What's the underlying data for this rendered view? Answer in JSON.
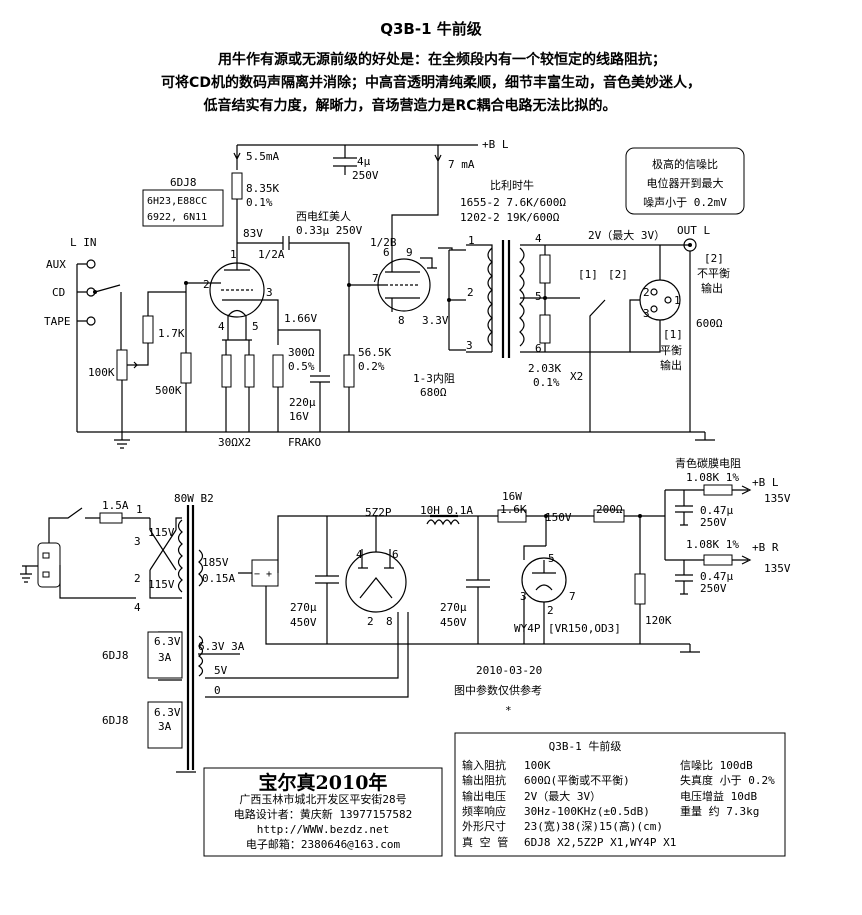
{
  "title": "Q3B-1 牛前级",
  "intro": [
    "用牛作有源或无源前级的好处是：在全频段内有一个较恒定的线路阻抗；",
    "可将CD机的数码声隔离并消除；中高音透明清纯柔顺，细节丰富生动，音色美妙迷人，",
    "低音结实有力度，解晰力，音场营造力是RC耦合电路无法比拟的。"
  ],
  "preamp": {
    "b_plus_label": "+B  L",
    "current_v1": "5.5mA",
    "current_v2": "7 mA",
    "cap_main": [
      "4μ",
      "250V"
    ],
    "v1_type": "6DJ8",
    "v1_subs": [
      "6H23,E88CC",
      "6922, 6N11"
    ],
    "r_plate": [
      "8.35K",
      "0.1%"
    ],
    "v_plate": "83V",
    "half_a": "1/2A",
    "half_b": "1/2B",
    "coupling_cap": [
      "西电红美人",
      "0.33μ 250V"
    ],
    "inputs": [
      "L  IN",
      "AUX",
      "CD",
      "TAPE"
    ],
    "pot": "100K",
    "r_grid": "1.7K",
    "r_500k": "500K",
    "r_cathode_pair": "30ΩX2",
    "v_cathode": "1.66V",
    "r_cathode": [
      "300Ω",
      "0.5%"
    ],
    "cap_cathode": [
      "220μ",
      "16V"
    ],
    "cap_brand": "FRAKO",
    "r_grid2": [
      "56.5K",
      "0.2%"
    ],
    "v_cathode2": "3.3V",
    "pins_v1": [
      "1",
      "2",
      "3",
      "4",
      "5"
    ],
    "pins_v2": [
      "6",
      "7",
      "8",
      "9"
    ],
    "transformer_name": "比利时牛",
    "transformer_spec": [
      "1655-2  7.6K/600Ω",
      "1202-2  19K/600Ω"
    ],
    "tx_pins": [
      "1",
      "2",
      "3",
      "4",
      "5",
      "6"
    ],
    "primary_impedance": [
      "1-3内阻",
      "680Ω"
    ],
    "r_load": [
      "2.03K",
      "0.1%"
    ],
    "r_load_qty": "X2",
    "out_voltage": "2V（最大  3V）",
    "out_label": "OUT L",
    "switch_labels": [
      "[1]",
      "[2]"
    ],
    "xlr_pins": [
      "2",
      "1",
      "3"
    ],
    "unbalanced": [
      "[2]",
      "不平衡",
      "输出"
    ],
    "balanced": [
      "[1]",
      "平衡",
      "输出"
    ],
    "out_impedance": "600Ω",
    "snr_box": [
      "极高的信噪比",
      "电位器开到最大",
      "噪声小于 0.2mV"
    ]
  },
  "psu": {
    "fuse": "1.5A",
    "transformer": "80W B2",
    "tap_pins": [
      "1",
      "3",
      "2",
      "4"
    ],
    "secondary_115": [
      "115V",
      "115V"
    ],
    "hv_winding": [
      "185V",
      "0.15A"
    ],
    "heater1": [
      "6DJ8",
      "6.3V",
      "3A"
    ],
    "heater2": [
      "6DJ8",
      "6.3V",
      "3A"
    ],
    "heater3": "6.3V 3A",
    "rect_taps": [
      "5V",
      "0"
    ],
    "rectifier": "5Z2P",
    "rect_pins": [
      "4",
      "6",
      "2",
      "8"
    ],
    "cap1": [
      "270μ",
      "450V"
    ],
    "choke": "10H  0.1A",
    "cap2": [
      "270μ",
      "450V"
    ],
    "r_drop": [
      "16W",
      "1.6K"
    ],
    "v_reg": "150V",
    "regulator": "WY4P",
    "regulator_alt": "[VR150,OD3]",
    "reg_pins": [
      "5",
      "3",
      "2",
      "7"
    ],
    "r_200": "200Ω",
    "r_bleed": "120K",
    "film_label": "青色碳膜电阻",
    "l_branch": [
      "1.08K 1%",
      "0.47μ",
      "250V",
      "+B L",
      "135V"
    ],
    "r_branch": [
      "1.08K 1%",
      "0.47μ",
      "250V",
      "+B R",
      "135V"
    ],
    "date": "2010-03-20",
    "note": "图中参数仅供参考",
    "asterisk": "*"
  },
  "credits": {
    "brand": "宝尔真2010年",
    "lines": [
      "广西玉林市城北开发区平安街28号",
      "电路设计者：黄庆新  13977157582",
      "http://WWW.bezdz.net",
      "电子邮箱：2380646@163.com"
    ]
  },
  "specs": {
    "title": "Q3B-1 牛前级",
    "rows": [
      {
        "k": "输入阻抗",
        "v": "100K"
      },
      {
        "k": "输出阻抗",
        "v": "600Ω(平衡或不平衡)"
      },
      {
        "k": "输出电压",
        "v": "2V（最大  3V）"
      },
      {
        "k": "频率响应",
        "v": "30Hz-100KHz(±0.5dB)"
      },
      {
        "k": "外形尺寸",
        "v": "23(宽)38(深)15(高)(cm)"
      },
      {
        "k": "真 空 管",
        "v": "6DJ8 X2,5Z2P X1,WY4P X1"
      }
    ],
    "right": [
      "信噪比 100dB",
      "失真度 小于 0.2%",
      "电压增益 10dB",
      "重量   约 7.3kg"
    ]
  }
}
